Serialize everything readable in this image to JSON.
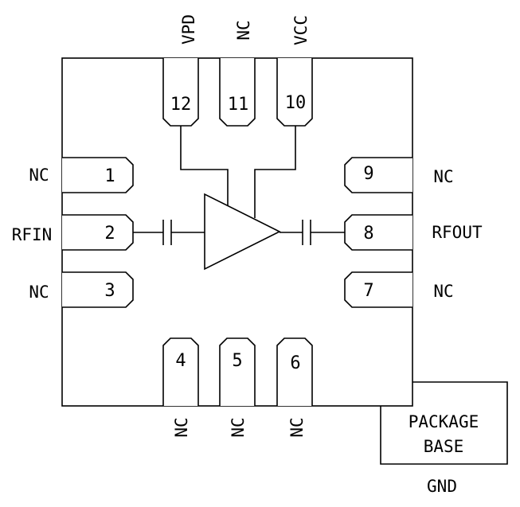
{
  "pins": {
    "p1": {
      "number": "1",
      "label": "NC"
    },
    "p2": {
      "number": "2",
      "label": "RFIN"
    },
    "p3": {
      "number": "3",
      "label": "NC"
    },
    "p4": {
      "number": "4",
      "label": "NC"
    },
    "p5": {
      "number": "5",
      "label": "NC"
    },
    "p6": {
      "number": "6",
      "label": "NC"
    },
    "p7": {
      "number": "7",
      "label": "NC"
    },
    "p8": {
      "number": "8",
      "label": "RFOUT"
    },
    "p9": {
      "number": "9",
      "label": "NC"
    },
    "p10": {
      "number": "10",
      "label": "VCC"
    },
    "p11": {
      "number": "11",
      "label": "NC"
    },
    "p12": {
      "number": "12",
      "label": "VPD"
    }
  },
  "package_base": {
    "line1": "PACKAGE",
    "line2": "BASE",
    "ground_label": "GND"
  }
}
